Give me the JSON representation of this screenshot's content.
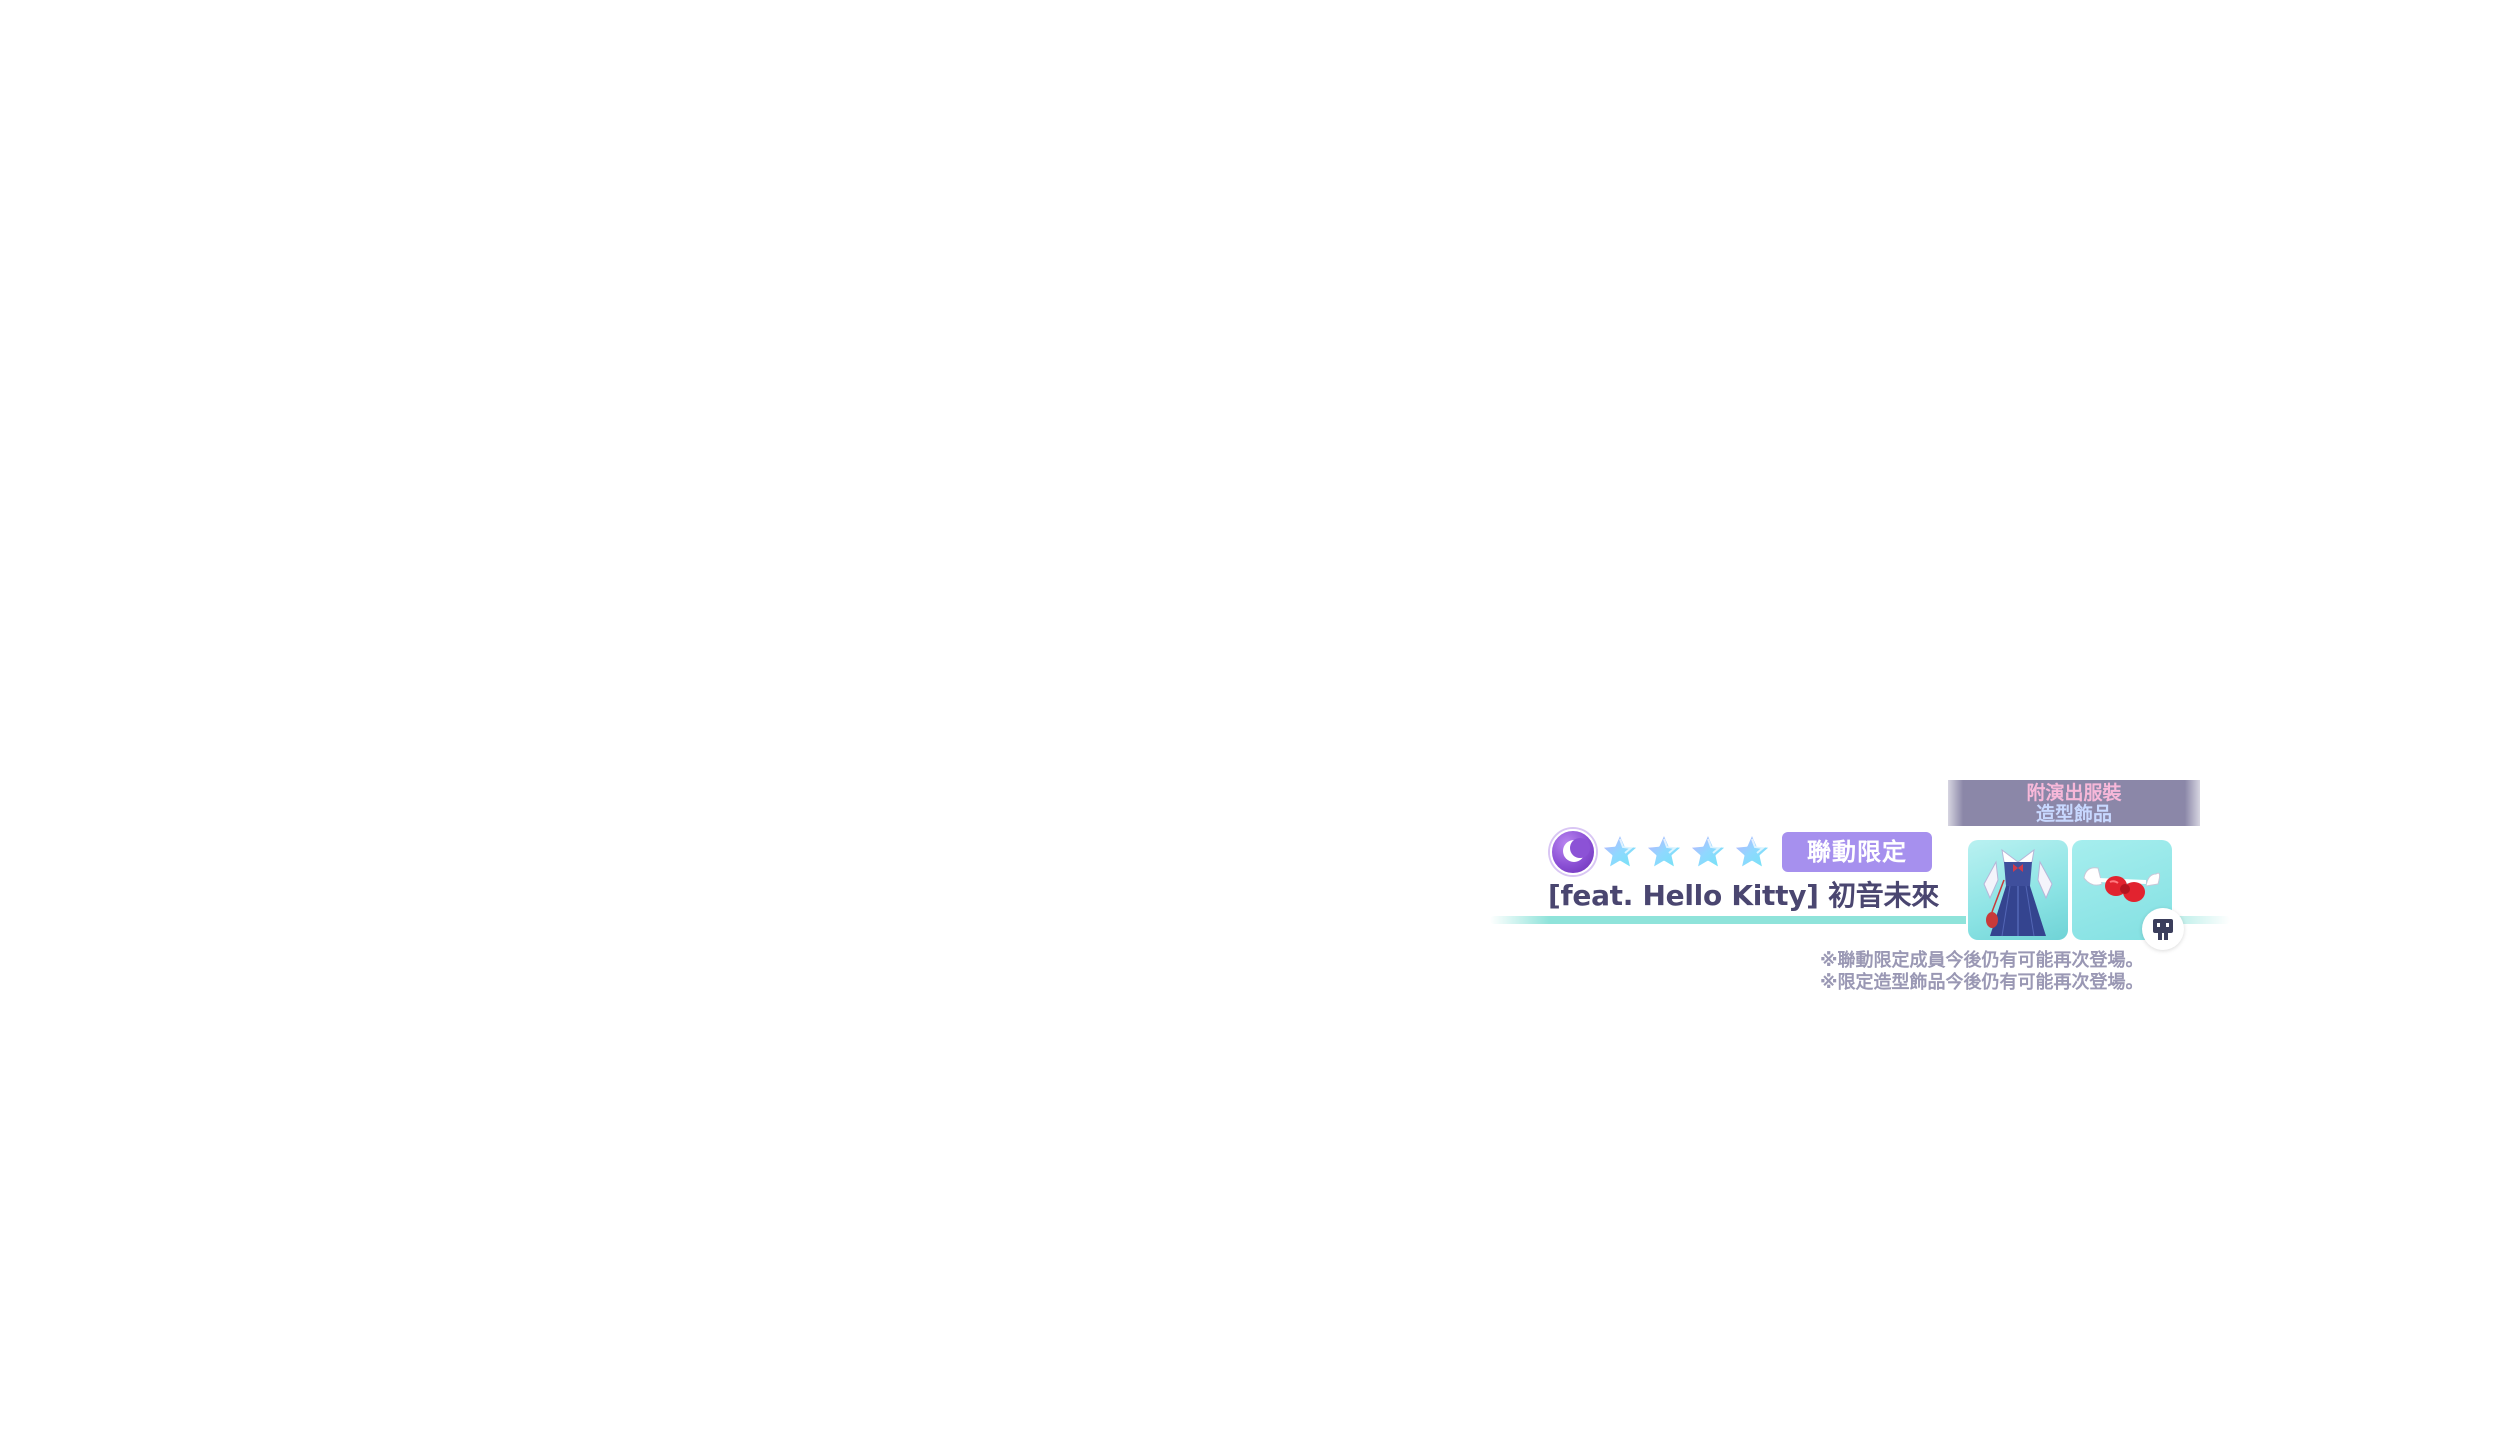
{
  "card": {
    "attribute_icon": "moon-icon",
    "attribute_color": "#8a4fd4",
    "rarity_stars": 4,
    "star_icon": "star-icon",
    "collab_badge": "聯動限定",
    "collab_badge_color": "#a690ee",
    "name": "[feat. Hello Kitty] 初音未來"
  },
  "bonus": {
    "header_line1": "附演出服裝",
    "header_line2": "造型飾品",
    "items": [
      {
        "icon": "costume-icon"
      },
      {
        "icon": "hair-bow-accessory-icon"
      }
    ],
    "corner_icon": "character-icon"
  },
  "notes": [
    "※聯動限定成員今後仍有可能再次登場。",
    "※限定造型飾品今後仍有可能再次登場。"
  ]
}
